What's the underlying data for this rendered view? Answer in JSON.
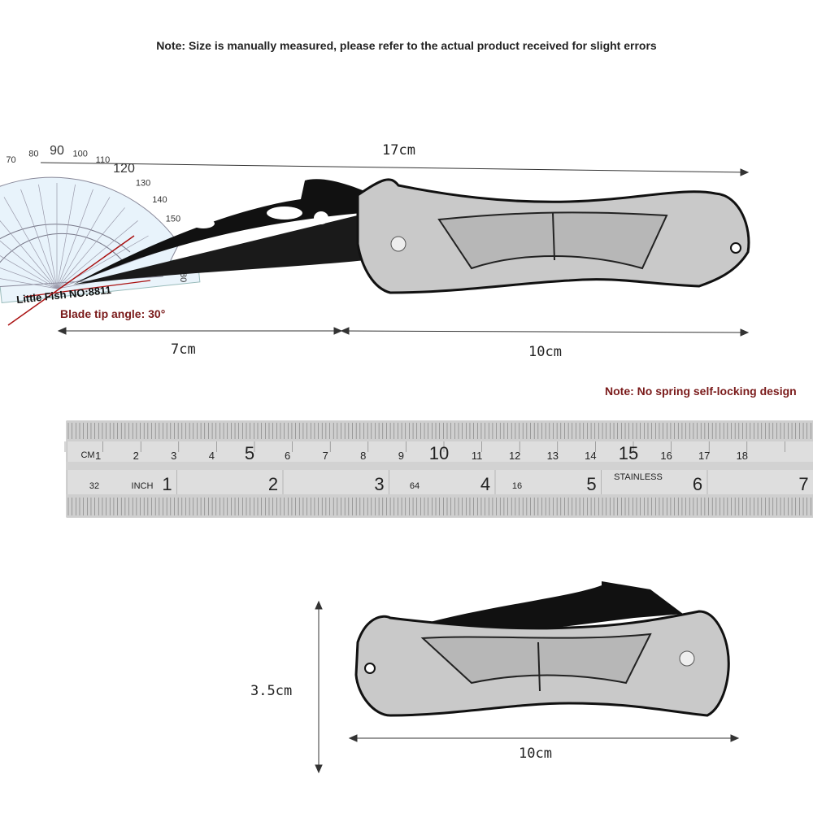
{
  "notes": {
    "top": "Note: Size is manually measured, please refer to the actual product received for slight errors",
    "spring": "Note: No spring self-locking design",
    "blade_angle": "Blade tip angle: 30°"
  },
  "protractor": {
    "brand": "Little Fish NO:8811",
    "outer_labels": [
      "70",
      "80",
      "90",
      "100",
      "110",
      "120",
      "130",
      "140",
      "150"
    ],
    "side_label": "80"
  },
  "dimensions": {
    "total_length": "17cm",
    "blade_length": "7cm",
    "handle_length": "10cm",
    "folded_height": "3.5cm",
    "folded_length": "10cm"
  },
  "ruler": {
    "cm_unit": "CM",
    "cm_labels": [
      "1",
      "2",
      "3",
      "4",
      "5",
      "6",
      "7",
      "8",
      "9",
      "10",
      "11",
      "12",
      "13",
      "14",
      "15",
      "16",
      "17",
      "18"
    ],
    "inch_unit": "INCH",
    "inch_labels": [
      "1",
      "2",
      "3",
      "4",
      "5",
      "6",
      "7"
    ],
    "small_labels": [
      "32",
      "64",
      "16"
    ],
    "material": "STAINLESS"
  },
  "colors": {
    "note_red": "#7a1a1a",
    "blade": "#111111",
    "handle": "#c9c9c9"
  }
}
